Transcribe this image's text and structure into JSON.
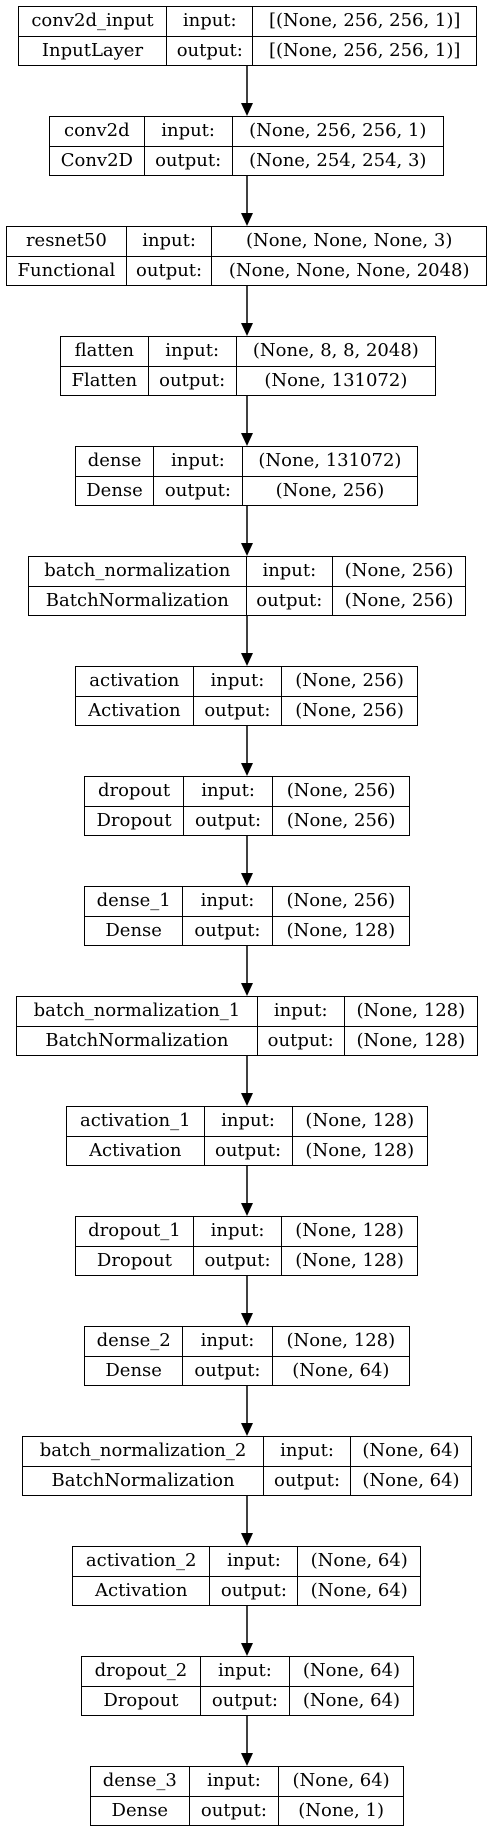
{
  "layers": [
    {
      "name": "conv2d_input",
      "type": "InputLayer",
      "input_label": "input:",
      "output_label": "output:",
      "input": "[(None, 256, 256, 1)]",
      "output": "[(None, 256, 256, 1)]"
    },
    {
      "name": "conv2d",
      "type": "Conv2D",
      "input_label": "input:",
      "output_label": "output:",
      "input": "(None, 256, 256, 1)",
      "output": "(None, 254, 254, 3)"
    },
    {
      "name": "resnet50",
      "type": "Functional",
      "input_label": "input:",
      "output_label": "output:",
      "input": "(None, None, None, 3)",
      "output": "(None, None, None, 2048)"
    },
    {
      "name": "flatten",
      "type": "Flatten",
      "input_label": "input:",
      "output_label": "output:",
      "input": "(None, 8, 8, 2048)",
      "output": "(None, 131072)"
    },
    {
      "name": "dense",
      "type": "Dense",
      "input_label": "input:",
      "output_label": "output:",
      "input": "(None, 131072)",
      "output": "(None, 256)"
    },
    {
      "name": "batch_normalization",
      "type": "BatchNormalization",
      "input_label": "input:",
      "output_label": "output:",
      "input": "(None, 256)",
      "output": "(None, 256)"
    },
    {
      "name": "activation",
      "type": "Activation",
      "input_label": "input:",
      "output_label": "output:",
      "input": "(None, 256)",
      "output": "(None, 256)"
    },
    {
      "name": "dropout",
      "type": "Dropout",
      "input_label": "input:",
      "output_label": "output:",
      "input": "(None, 256)",
      "output": "(None, 256)"
    },
    {
      "name": "dense_1",
      "type": "Dense",
      "input_label": "input:",
      "output_label": "output:",
      "input": "(None, 256)",
      "output": "(None, 128)"
    },
    {
      "name": "batch_normalization_1",
      "type": "BatchNormalization",
      "input_label": "input:",
      "output_label": "output:",
      "input": "(None, 128)",
      "output": "(None, 128)"
    },
    {
      "name": "activation_1",
      "type": "Activation",
      "input_label": "input:",
      "output_label": "output:",
      "input": "(None, 128)",
      "output": "(None, 128)"
    },
    {
      "name": "dropout_1",
      "type": "Dropout",
      "input_label": "input:",
      "output_label": "output:",
      "input": "(None, 128)",
      "output": "(None, 128)"
    },
    {
      "name": "dense_2",
      "type": "Dense",
      "input_label": "input:",
      "output_label": "output:",
      "input": "(None, 128)",
      "output": "(None, 64)"
    },
    {
      "name": "batch_normalization_2",
      "type": "BatchNormalization",
      "input_label": "input:",
      "output_label": "output:",
      "input": "(None, 64)",
      "output": "(None, 64)"
    },
    {
      "name": "activation_2",
      "type": "Activation",
      "input_label": "input:",
      "output_label": "output:",
      "input": "(None, 64)",
      "output": "(None, 64)"
    },
    {
      "name": "dropout_2",
      "type": "Dropout",
      "input_label": "input:",
      "output_label": "output:",
      "input": "(None, 64)",
      "output": "(None, 64)"
    },
    {
      "name": "dense_3",
      "type": "Dense",
      "input_label": "input:",
      "output_label": "output:",
      "input": "(None, 64)",
      "output": "(None, 1)"
    }
  ],
  "colors": {
    "stroke": "#000000",
    "background": "#ffffff"
  }
}
